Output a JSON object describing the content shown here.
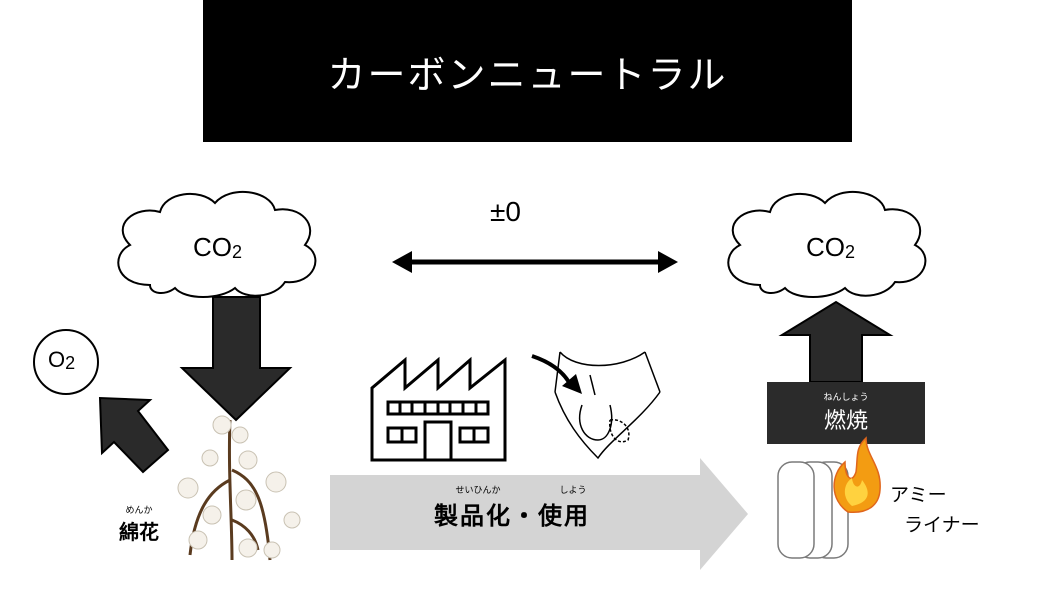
{
  "title": "カーボンニュートラル",
  "balance_label": "±0",
  "left_cloud": {
    "chem": "CO",
    "sub": "2"
  },
  "right_cloud": {
    "chem": "CO",
    "sub": "2"
  },
  "oxygen": {
    "chem": "O",
    "sub": "2"
  },
  "cotton": {
    "reading": "めんか",
    "label": "綿花"
  },
  "process": {
    "reading_1": "せいひんか",
    "reading_2": "しよう",
    "label": "製品化・使用"
  },
  "combustion": {
    "reading": "ねんしょう",
    "label": "燃焼"
  },
  "product": {
    "line1": "アミー",
    "line2": "ライナー"
  },
  "colors": {
    "title_bg": "#000000",
    "process_arrow": "#d4d4d4",
    "combustion_bg": "#2b2b2b",
    "arrow": "#2a2a2a",
    "flame_outer": "#f39c12",
    "flame_inner": "#ffd23f"
  }
}
